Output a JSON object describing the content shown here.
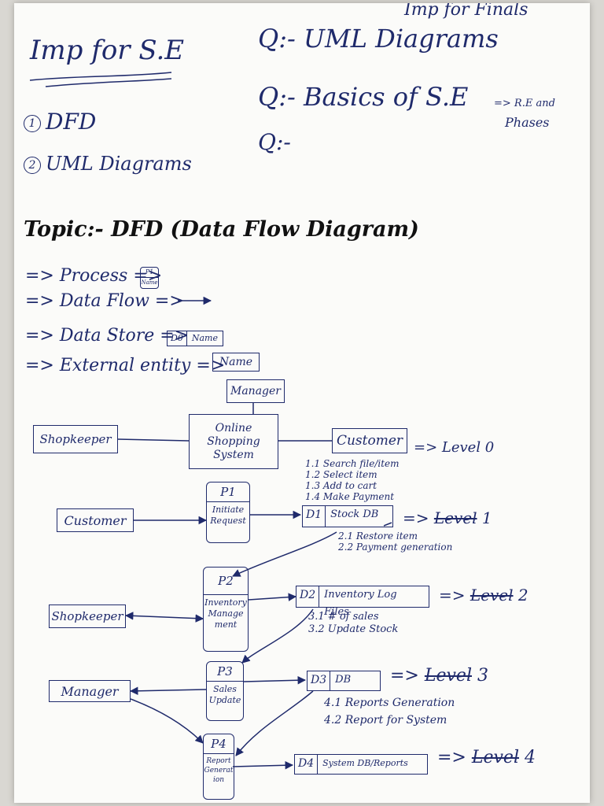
{
  "header": {
    "imp_title": "Imp for S.E",
    "list": [
      {
        "num": "1",
        "label": "DFD"
      },
      {
        "num": "2",
        "label": "UML Diagrams"
      }
    ],
    "finals_note": "Imp for Finals",
    "questions": [
      {
        "q": "Q:-",
        "text": "UML Diagrams"
      },
      {
        "q": "Q:-",
        "text": "Basics of S.E",
        "arrow_note_1": "=> R.E and",
        "arrow_note_2": "Phases"
      },
      {
        "q": "Q:-",
        "text": ""
      }
    ]
  },
  "topic": "Topic:- DFD (Data Flow Diagram)",
  "legend": [
    {
      "prefix": "=> Process =>",
      "symbol_id": "P1",
      "symbol_name": "Name"
    },
    {
      "prefix": "=> Data Flow =>",
      "symbol": "arrow"
    },
    {
      "prefix": "=> Data Store =>",
      "symbol_id": "D0",
      "symbol_name": "Name"
    },
    {
      "prefix": "=> External entity =>",
      "symbol_name": "Name"
    }
  ],
  "level0": {
    "manager": "Manager",
    "system": "Online Shopping System",
    "shopkeeper": "Shopkeeper",
    "customer": "Customer",
    "level_label": "=> Level 0"
  },
  "level1": {
    "notes_1": [
      "1.1 Search file/item",
      "1.2 Select item",
      "1.3 Add to cart",
      "1.4 Make Payment"
    ],
    "notes_2": [
      "2.1 Restore item",
      "2.2 Payment generation"
    ],
    "notes_3": [
      "3.1 # of sales",
      "3.2 Update Stock"
    ],
    "notes_4": [
      "4.1 Reports Generation",
      "4.2 Report for System"
    ],
    "entities": {
      "customer": "Customer",
      "shopkeeper": "Shopkeeper",
      "manager": "Manager"
    },
    "processes": [
      {
        "id": "P1",
        "name": "Initiate Request"
      },
      {
        "id": "P2",
        "name": "Inventory Manage ment"
      },
      {
        "id": "P3",
        "name": "Sales Update"
      },
      {
        "id": "P4",
        "name": "Report Generat ion"
      }
    ],
    "stores": [
      {
        "id": "D1",
        "name": "Stock DB",
        "arrow": "=>",
        "level_struck": "Level",
        "level_num": "1"
      },
      {
        "id": "D2",
        "name": "Inventory Log Files",
        "arrow": "=>",
        "level_struck": "Level",
        "level_num": "2"
      },
      {
        "id": "D3",
        "name": "DB",
        "arrow": "=>",
        "level_struck": "Level",
        "level_num": "3"
      },
      {
        "id": "D4",
        "name": "System DB/Reports",
        "arrow": "=>",
        "level_struck": "Level",
        "level_num": "4"
      }
    ]
  },
  "colors": {
    "ink": "#1f2a6b",
    "paper": "#fbfbf9",
    "background": "#d9d7d2"
  }
}
